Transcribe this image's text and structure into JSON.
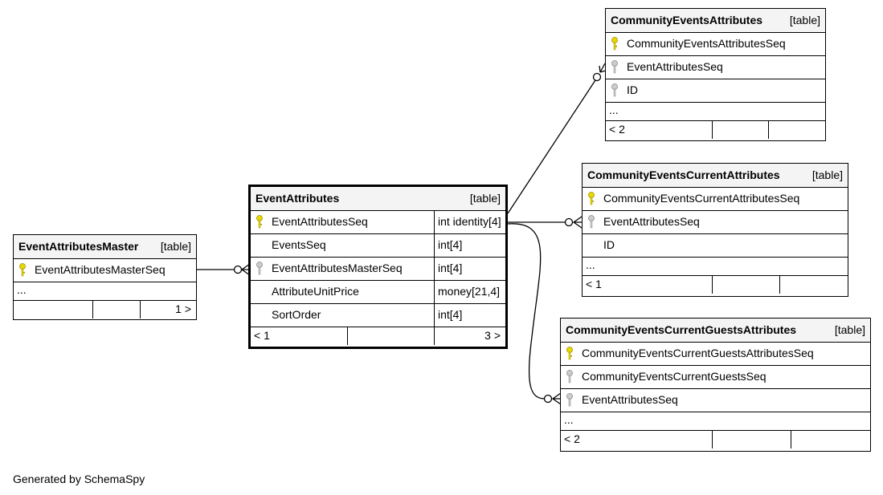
{
  "tables": {
    "eventAttributesMaster": {
      "name": "EventAttributesMaster",
      "type": "[table]",
      "columns": [
        "EventAttributesMasterSeq"
      ],
      "ellipsis": "...",
      "footer_left": "",
      "footer_right": "1 >"
    },
    "eventAttributes": {
      "name": "EventAttributes",
      "type": "[table]",
      "columns": [
        {
          "name": "EventAttributesSeq",
          "type": "int identity[4]"
        },
        {
          "name": "EventsSeq",
          "type": "int[4]"
        },
        {
          "name": "EventAttributesMasterSeq",
          "type": "int[4]"
        },
        {
          "name": "AttributeUnitPrice",
          "type": "money[21,4]"
        },
        {
          "name": "SortOrder",
          "type": "int[4]"
        }
      ],
      "footer_left": "< 1",
      "footer_right": "3 >"
    },
    "communityEventsAttributes": {
      "name": "CommunityEventsAttributes",
      "type": "[table]",
      "columns": [
        "CommunityEventsAttributesSeq",
        "EventAttributesSeq",
        "ID"
      ],
      "ellipsis": "...",
      "footer_left": "< 2",
      "footer_right": ""
    },
    "communityEventsCurrentAttributes": {
      "name": "CommunityEventsCurrentAttributes",
      "type": "[table]",
      "columns": [
        "CommunityEventsCurrentAttributesSeq",
        "EventAttributesSeq",
        "ID"
      ],
      "ellipsis": "...",
      "footer_left": "< 1",
      "footer_right": ""
    },
    "communityEventsCurrentGuestsAttributes": {
      "name": "CommunityEventsCurrentGuestsAttributes",
      "type": "[table]",
      "columns": [
        "CommunityEventsCurrentGuestsAttributesSeq",
        "CommunityEventsCurrentGuestsSeq",
        "EventAttributesSeq"
      ],
      "ellipsis": "...",
      "footer_left": "< 2",
      "footer_right": ""
    }
  },
  "key_colors": {
    "primary": "#e8d800",
    "foreign": "#aaaaaa"
  },
  "footer_text": "Generated by SchemaSpy"
}
